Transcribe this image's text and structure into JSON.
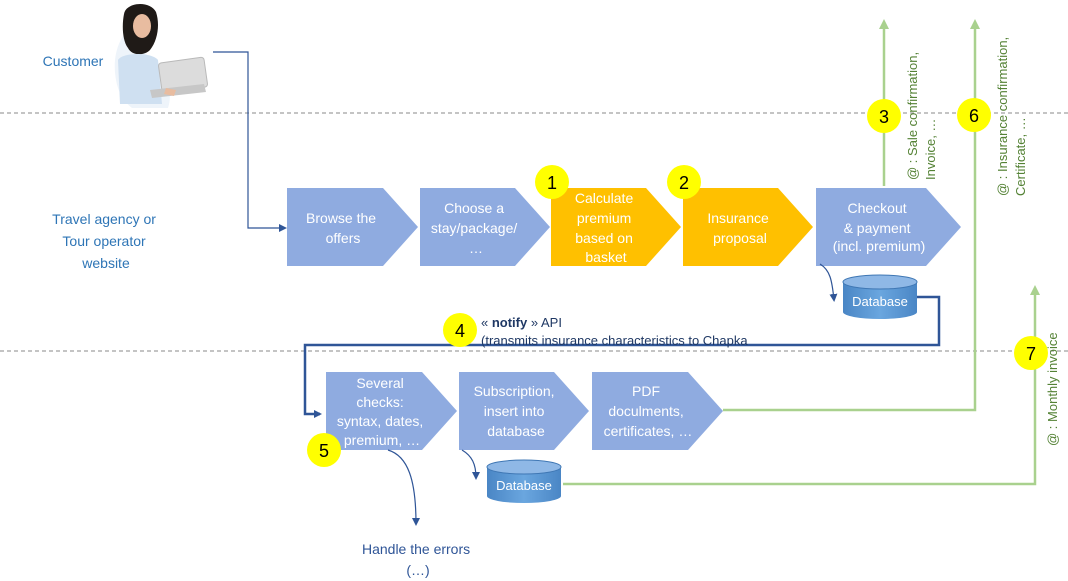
{
  "lanes": {
    "customer": "Customer",
    "agency": [
      "Travel agency or",
      "Tour operator",
      "website"
    ]
  },
  "steps": {
    "browse": [
      "Browse the",
      "offers"
    ],
    "choose": [
      "Choose a",
      "stay/package/",
      "…"
    ],
    "calculate": [
      "Calculate",
      "premium",
      "based on",
      "basket"
    ],
    "proposal": [
      "Insurance",
      "proposal"
    ],
    "checkout": [
      "Checkout",
      "& payment",
      "(incl. premium)"
    ],
    "checks": [
      "Several",
      "checks:",
      "syntax, dates,",
      "premium, …"
    ],
    "subscription": [
      "Subscription,",
      "insert into",
      "database"
    ],
    "pdf": [
      "PDF",
      "doculments,",
      "certificates, …"
    ]
  },
  "databases": {
    "top": "Database",
    "bottom": "Database"
  },
  "badges": {
    "b1": "1",
    "b2": "2",
    "b3": "3",
    "b4": "4",
    "b5": "5",
    "b6": "6",
    "b7": "7"
  },
  "notify": {
    "prefix": "« ",
    "keyword": "notify",
    "suffix": " » API",
    "line2": "(transmits insurance characteristics to Chapka"
  },
  "outputs": {
    "sale": [
      "@ : Sale confirmation,",
      "Invoice, …"
    ],
    "insurance": [
      "@ : Insurance confirmation,",
      "Certificate, …"
    ],
    "monthly": "@ : Monthly invoice"
  },
  "errors": [
    "Handle the errors",
    "(…)"
  ],
  "colors": {
    "chevron_blue": "#8fabe0",
    "chevron_orange": "#ffc000",
    "badge_yellow": "#ffff00",
    "db_blue": "#5b9bd5",
    "green": "#a9d18e",
    "navy": "#2f5597",
    "label_blue": "#2e75b6",
    "output_green": "#548235"
  },
  "icons": {
    "customer": "person-with-laptop-icon"
  }
}
